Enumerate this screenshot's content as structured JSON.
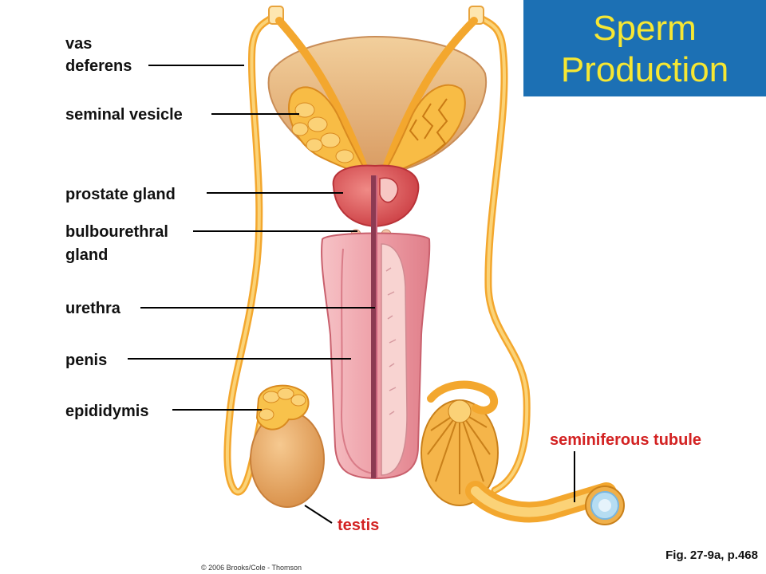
{
  "title": {
    "line1": "Sperm",
    "line2": "Production"
  },
  "labels": {
    "vas_deferens": {
      "line1": "vas",
      "line2": "deferens"
    },
    "seminal_vesicle": "seminal vesicle",
    "prostate_gland": "prostate gland",
    "bulbourethral_gland": {
      "line1": "bulbourethral",
      "line2": "gland"
    },
    "urethra": "urethra",
    "penis": "penis",
    "epididymis": "epididymis",
    "seminiferous_tubule": "seminiferous tubule",
    "testis": "testis"
  },
  "figure_ref": "Fig. 27-9a, p.468",
  "copyright": "© 2006 Brooks/Cole - Thomson",
  "colors": {
    "title_bg": "#1c70b4",
    "title_text": "#f6e733",
    "label_text": "#111111",
    "highlight_label": "#d32222",
    "duct_yellow": "#f8b93a",
    "tissue_pink": "#f1a7b0",
    "prostate_red": "#e2585a",
    "bladder_tan": "#ecc08a"
  }
}
